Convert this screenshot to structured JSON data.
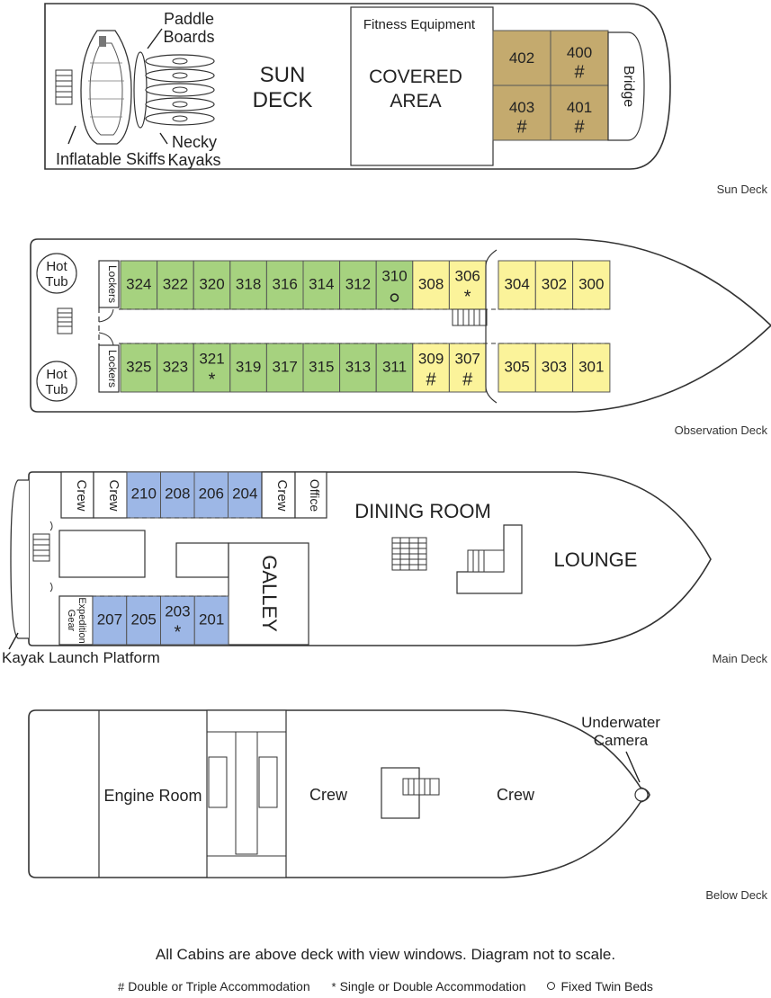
{
  "colors": {
    "sun_cabin": "#c4aa6e",
    "green_cabin": "#a6d27f",
    "yellow_cabin": "#fbf39a",
    "blue_cabin": "#9db7e6"
  },
  "marks": {
    "double_triple": "#",
    "single_double": "*",
    "twin": "o"
  },
  "sun_deck": {
    "name": "Sun Deck",
    "title_line1": "SUN",
    "title_line2": "DECK",
    "paddle_boards_line1": "Paddle",
    "paddle_boards_line2": "Boards",
    "necky_kayaks_line1": "Necky",
    "necky_kayaks_line2": "Kayaks",
    "inflatable_skiffs": "Inflatable Skiffs",
    "fitness_equipment": "Fitness Equipment",
    "covered_area_line1": "COVERED",
    "covered_area_line2": "AREA",
    "bridge": "Bridge",
    "cabins": [
      {
        "num": "402",
        "mark": ""
      },
      {
        "num": "400",
        "mark": "#"
      },
      {
        "num": "403",
        "mark": "#"
      },
      {
        "num": "401",
        "mark": "#"
      }
    ]
  },
  "observation_deck": {
    "name": "Observation Deck",
    "hot_tub_line1": "Hot",
    "hot_tub_line2": "Tub",
    "lockers": "Lockers",
    "top_cabins": [
      {
        "num": "324",
        "mark": "",
        "color": "green"
      },
      {
        "num": "322",
        "mark": "",
        "color": "green"
      },
      {
        "num": "320",
        "mark": "",
        "color": "green"
      },
      {
        "num": "318",
        "mark": "",
        "color": "green"
      },
      {
        "num": "316",
        "mark": "",
        "color": "green"
      },
      {
        "num": "314",
        "mark": "",
        "color": "green"
      },
      {
        "num": "312",
        "mark": "",
        "color": "green"
      },
      {
        "num": "310",
        "mark": "o",
        "color": "green"
      },
      {
        "num": "308",
        "mark": "",
        "color": "yellow"
      },
      {
        "num": "306",
        "mark": "*",
        "color": "yellow"
      }
    ],
    "top_fore_cabins": [
      {
        "num": "304",
        "mark": ""
      },
      {
        "num": "302",
        "mark": ""
      },
      {
        "num": "300",
        "mark": ""
      }
    ],
    "bottom_cabins": [
      {
        "num": "325",
        "mark": "",
        "color": "green"
      },
      {
        "num": "323",
        "mark": "",
        "color": "green"
      },
      {
        "num": "321",
        "mark": "*",
        "color": "green"
      },
      {
        "num": "319",
        "mark": "",
        "color": "green"
      },
      {
        "num": "317",
        "mark": "",
        "color": "green"
      },
      {
        "num": "315",
        "mark": "",
        "color": "green"
      },
      {
        "num": "313",
        "mark": "",
        "color": "green"
      },
      {
        "num": "311",
        "mark": "",
        "color": "green"
      },
      {
        "num": "309",
        "mark": "#",
        "color": "yellow"
      },
      {
        "num": "307",
        "mark": "#",
        "color": "yellow"
      }
    ],
    "bottom_fore_cabins": [
      {
        "num": "305",
        "mark": ""
      },
      {
        "num": "303",
        "mark": ""
      },
      {
        "num": "301",
        "mark": ""
      }
    ]
  },
  "main_deck": {
    "name": "Main Deck",
    "crew": "Crew",
    "office": "Office",
    "dining_room": "DINING ROOM",
    "lounge": "LOUNGE",
    "galley": "GALLEY",
    "expedition_gear_line1": "Expedition",
    "expedition_gear_line2": "Gear",
    "kayak_launch_platform": "Kayak Launch Platform",
    "top_cabins": [
      {
        "num": "210",
        "mark": ""
      },
      {
        "num": "208",
        "mark": ""
      },
      {
        "num": "206",
        "mark": ""
      },
      {
        "num": "204",
        "mark": ""
      }
    ],
    "bottom_cabins": [
      {
        "num": "207",
        "mark": ""
      },
      {
        "num": "205",
        "mark": ""
      },
      {
        "num": "203",
        "mark": "*"
      },
      {
        "num": "201",
        "mark": ""
      }
    ]
  },
  "below_deck": {
    "name": "Below Deck",
    "engine_room": "Engine Room",
    "crew_aft": "Crew",
    "crew_fore": "Crew",
    "underwater_camera_line1": "Underwater",
    "underwater_camera_line2": "Camera"
  },
  "footer": {
    "note": "All Cabins are above deck with view windows. Diagram not to scale.",
    "legend": {
      "double_triple": "Double or Triple Accommodation",
      "single_double": "Single or Double Accommodation",
      "twin": "Fixed Twin Beds"
    }
  }
}
